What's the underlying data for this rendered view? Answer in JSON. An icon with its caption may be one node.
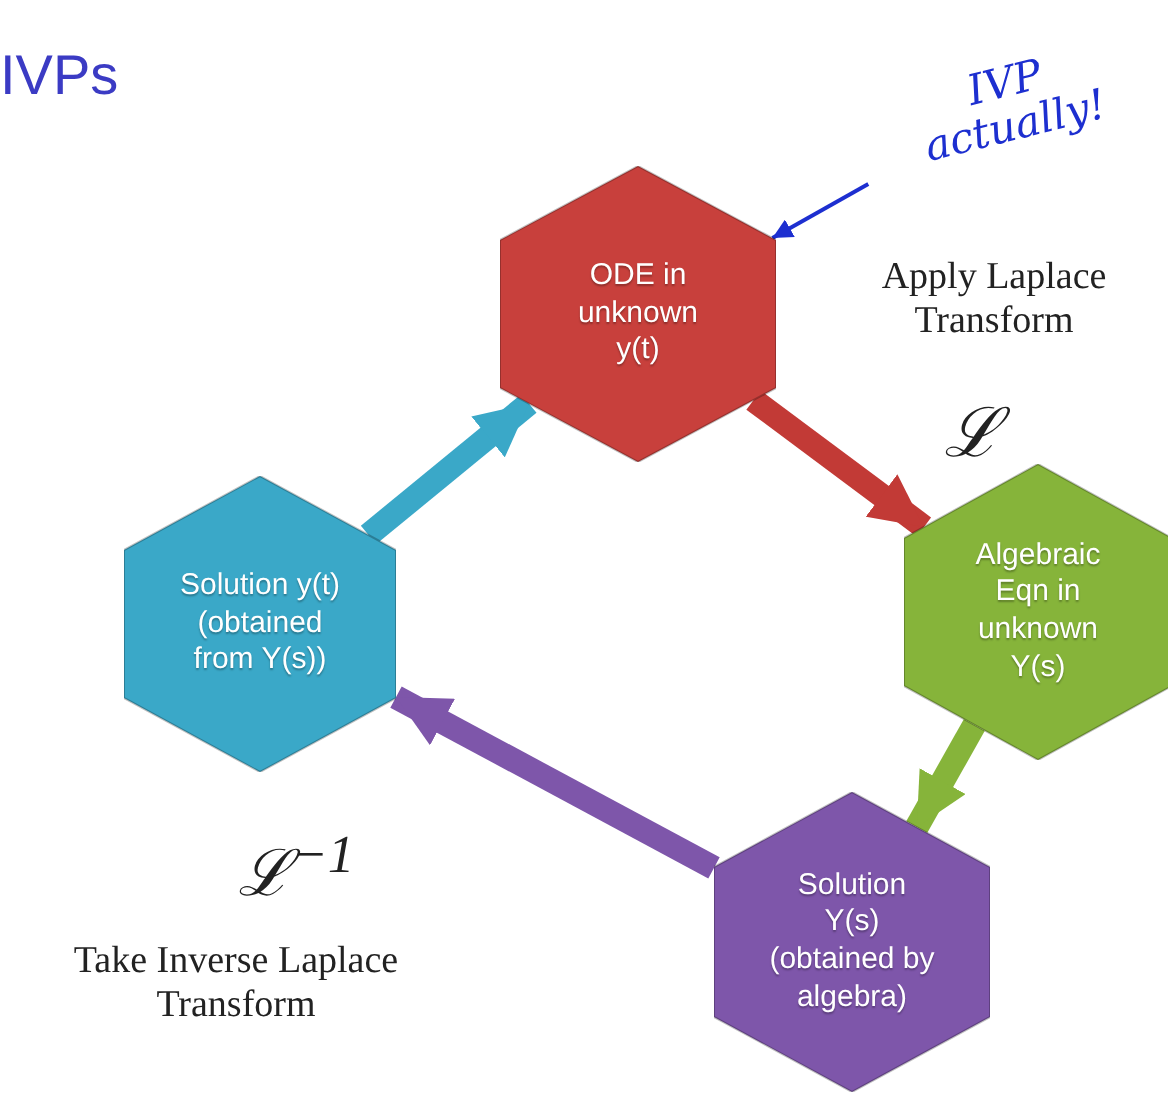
{
  "diagram": {
    "title": "IVPs",
    "nodes": [
      {
        "text": [
          "ODE in unknown y(t)"
        ]
      },
      {
        "text": [
          "Algebraic Eqn in unknown Y(s)"
        ]
      },
      {
        "text": [
          "Solution Y(s) (obtained by algebra)"
        ]
      },
      {
        "text": [
          "Solution y(t) (obtained from Y(s))"
        ]
      },
      {
        "text": [
          "IVP actually!"
        ]
      }
    ],
    "edges": [
      {
        "from": 0,
        "to": 1,
        "arrow": "to",
        "color": "#c23a36"
      },
      {
        "from": 1,
        "to": 2,
        "arrow": "to",
        "color": "#86b43a"
      },
      {
        "from": 2,
        "to": 3,
        "arrow": "to",
        "color": "#7e56aa"
      },
      {
        "from": 3,
        "to": 0,
        "arrow": "to",
        "color": "#3aa8c8"
      },
      {
        "from": 4,
        "to": 0,
        "arrow": "to",
        "color": "#1d2fd0"
      }
    ],
    "labels": [
      "Apply Laplace Transform",
      "ℒ",
      "ℒ$^{−1}$",
      "Take Inverse Laplace Transform"
    ]
  }
}
